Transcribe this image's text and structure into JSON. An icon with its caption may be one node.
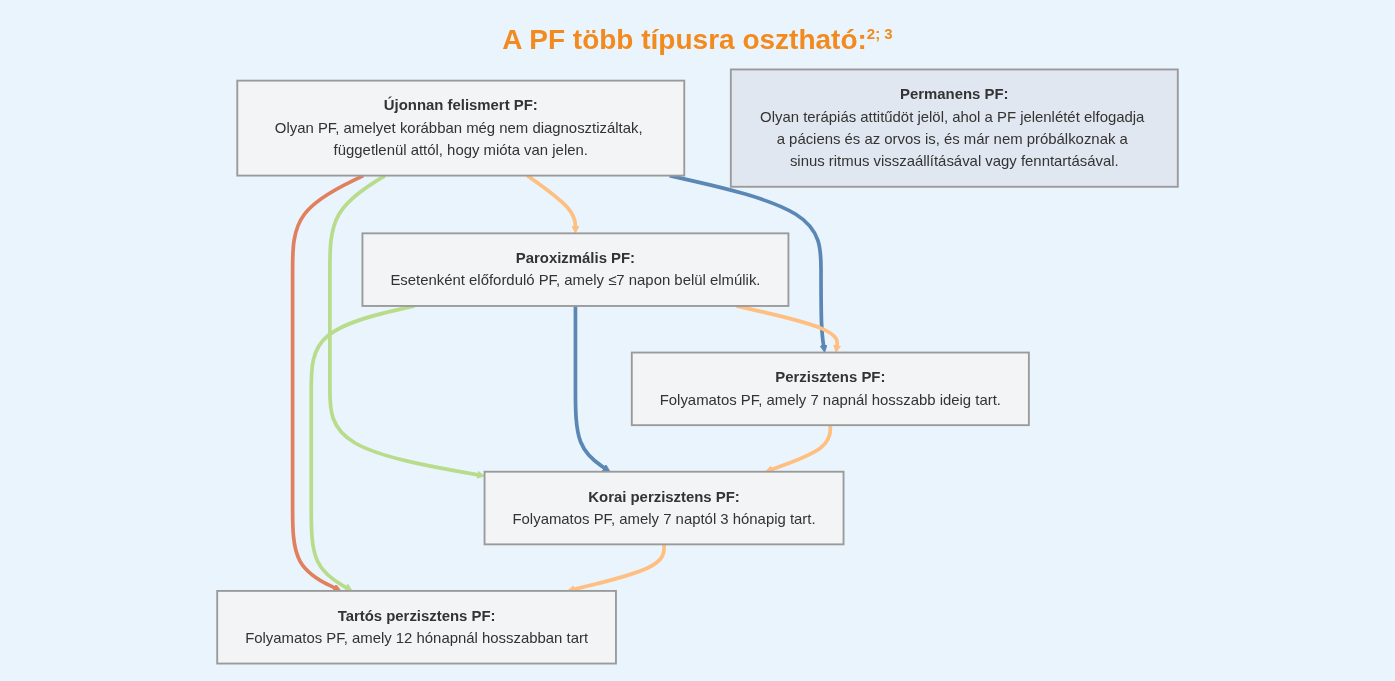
{
  "diagram": {
    "title": "A PF több típusra osztható:$^{2; 3}$",
    "nodes": [
      {
        "text": [
          "Újonnan felismert PF:",
          "Olyan PF, amelyet korábban még nem diagnosztizáltak, függetlenül attól, hogy mióta van jelen."
        ]
      },
      {
        "text": [
          "Paroxizmális PF:",
          "Esetenként előforduló PF, amely ≤7 napon belül elmúlik."
        ]
      },
      {
        "text": [
          "Perzisztens PF:",
          "Folyamatos PF, amely 7 napnál hosszabb ideig tart."
        ]
      },
      {
        "text": [
          "Korai perzisztens PF:",
          "Folyamatos PF, amely 7 naptól 3 hónapig tart."
        ]
      },
      {
        "text": [
          "Tartós perzisztens PF:",
          "Folyamatos PF, amely 12 hónapnál hosszabban tart"
        ]
      },
      {
        "text": [
          "Permanens PF:",
          "Olyan terápiás attitűdöt jelöl, ahol a PF jelenlétét elfogadja a páciens és az orvos is, és már nem próbálkoznak a sinus ritmus visszaállításával vagy fenntartásával."
        ]
      }
    ],
    "edges": [
      {
        "from": 0,
        "to": 1,
        "arrow": "to"
      },
      {
        "from": 0,
        "to": 2,
        "arrow": "to",
        "color": "#5b87b5"
      },
      {
        "from": 0,
        "to": 3,
        "arrow": "to",
        "color": "#b8dc8c"
      },
      {
        "from": 0,
        "to": 4,
        "arrow": "to",
        "color": "#e0805f"
      },
      {
        "from": 1,
        "to": 2,
        "arrow": "to"
      },
      {
        "from": 1,
        "to": 3,
        "arrow": "to",
        "color": "#5b87b5"
      },
      {
        "from": 1,
        "to": 4,
        "arrow": "to",
        "color": "#b8dc8c"
      },
      {
        "from": 2,
        "to": 3,
        "arrow": "to"
      },
      {
        "from": 3,
        "to": 4,
        "arrow": "to"
      }
    ]
  }
}
